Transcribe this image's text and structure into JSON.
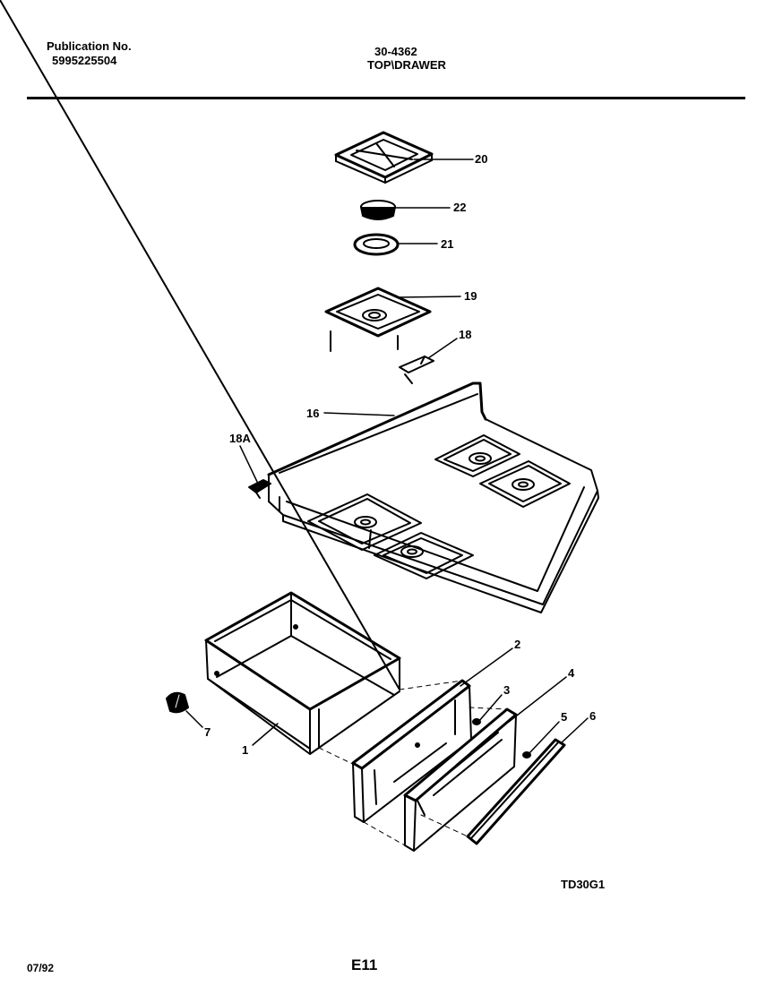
{
  "header": {
    "publication_label": "Publication No.",
    "publication_number": "5995225504",
    "document_code": "30-4362",
    "document_title": "TOP\\DRAWER"
  },
  "callouts": {
    "c20": "20",
    "c22": "22",
    "c21": "21",
    "c19": "19",
    "c18": "18",
    "c16": "16",
    "c18a": "18A",
    "c2": "2",
    "c3": "3",
    "c4": "4",
    "c5": "5",
    "c6": "6",
    "c7": "7",
    "c1": "1"
  },
  "footer": {
    "figure_id": "TD30G1",
    "date": "07/92",
    "page": "E11"
  }
}
